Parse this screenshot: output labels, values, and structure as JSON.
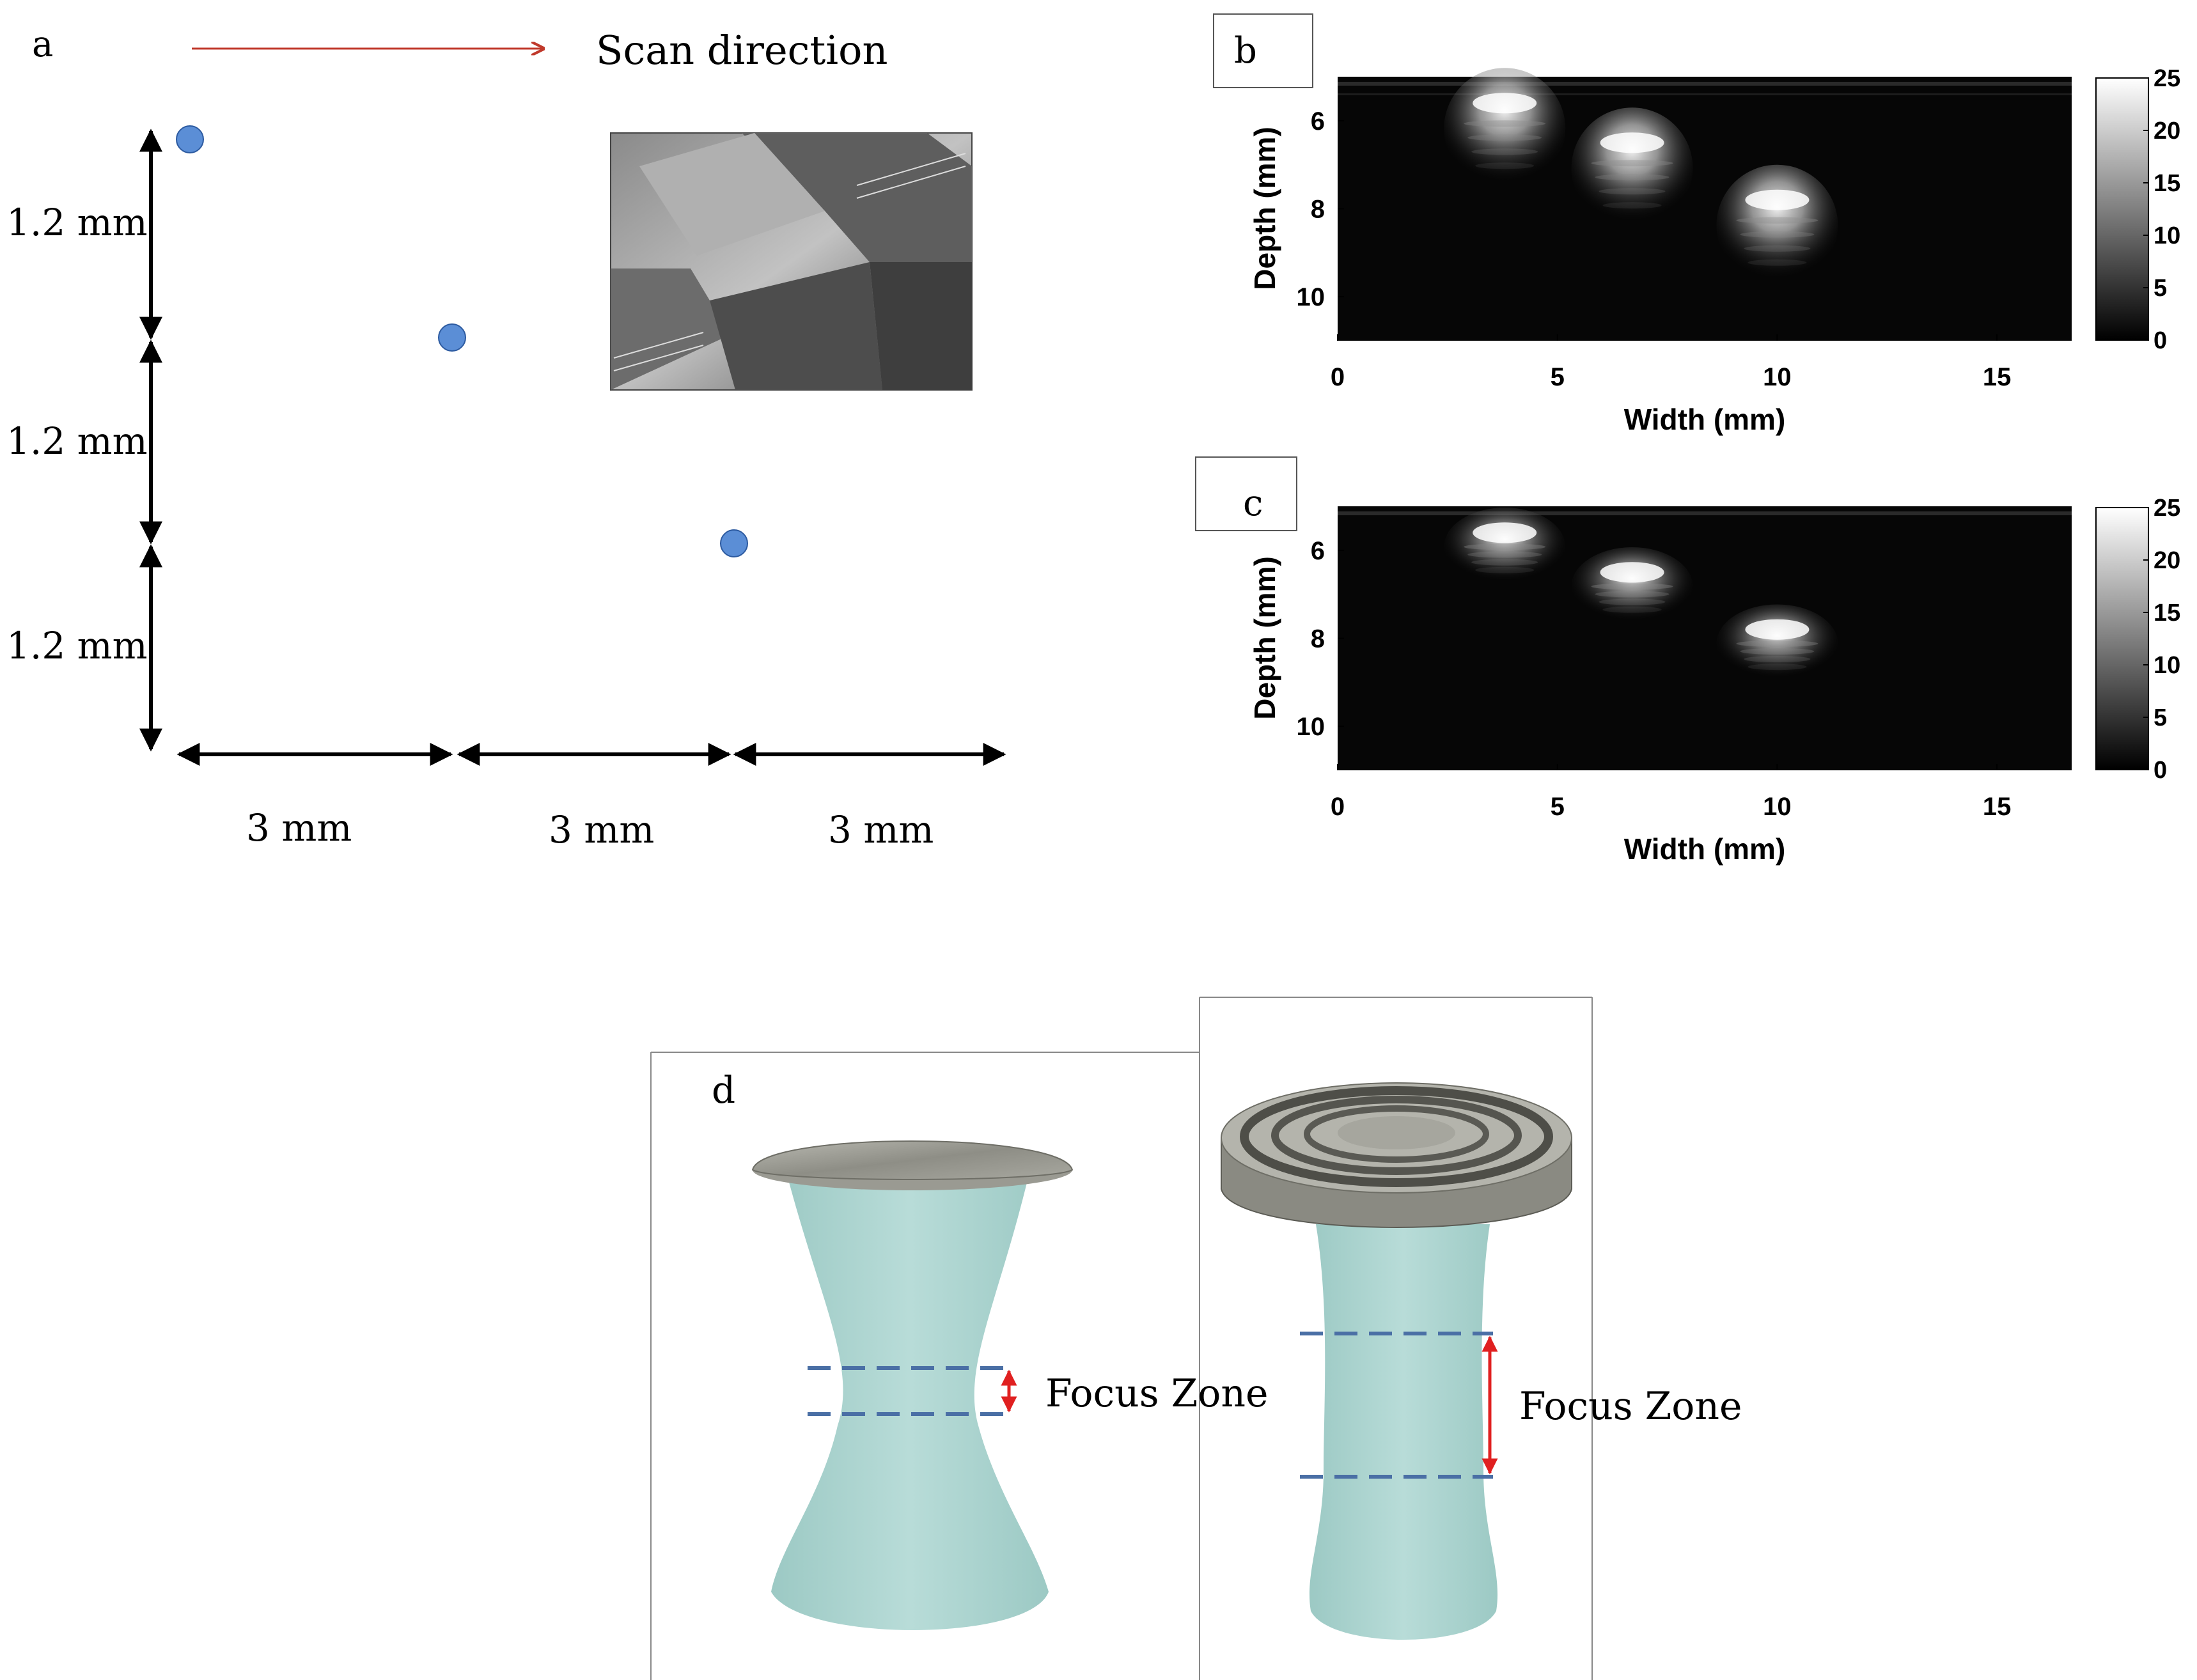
{
  "panel_a": {
    "label": "a",
    "scan_direction": "Scan direction",
    "vertical_spacing": [
      "1.2 mm",
      "1.2 mm",
      "1.2 mm"
    ],
    "horizontal_spacing": [
      "3 mm",
      "3 mm",
      "3 mm"
    ],
    "target_color": "#5b8ed6",
    "arrow_color": "#c0392b"
  },
  "panel_b": {
    "label": "b",
    "ylabel": "Depth (mm)",
    "xlabel": "Width (mm)",
    "yticks": [
      "6",
      "8",
      "10"
    ],
    "xticks": [
      "0",
      "5",
      "10",
      "15"
    ],
    "colorbar_ticks": [
      "25",
      "20",
      "15",
      "10",
      "5",
      "0"
    ]
  },
  "panel_c": {
    "label": "c",
    "ylabel": "Depth (mm)",
    "xlabel": "Width (mm)",
    "yticks": [
      "6",
      "8",
      "10"
    ],
    "xticks": [
      "0",
      "5",
      "10",
      "15"
    ],
    "colorbar_ticks": [
      "25",
      "20",
      "15",
      "10",
      "5",
      "0"
    ]
  },
  "panel_d": {
    "label": "d",
    "focus_zone_left": "Focus Zone",
    "focus_zone_right": "Focus Zone",
    "beam_color": "#a8d4cf",
    "focus_arrow_color": "#e02020",
    "dash_color": "#4a6fa5"
  },
  "chart_data": [
    {
      "type": "heatmap",
      "name": "b",
      "xlabel": "Width (mm)",
      "ylabel": "Depth (mm)",
      "xlim": [
        0,
        16.7
      ],
      "ylim": [
        5,
        11
      ],
      "clim": [
        0,
        25
      ],
      "points": [
        {
          "x": 3.8,
          "y": 5.6
        },
        {
          "x": 6.7,
          "y": 6.5
        },
        {
          "x": 10.0,
          "y": 7.8
        }
      ]
    },
    {
      "type": "heatmap",
      "name": "c",
      "xlabel": "Width (mm)",
      "ylabel": "Depth (mm)",
      "xlim": [
        0,
        16.7
      ],
      "ylim": [
        5,
        11
      ],
      "clim": [
        0,
        25
      ],
      "points": [
        {
          "x": 3.8,
          "y": 5.6
        },
        {
          "x": 6.7,
          "y": 6.5
        },
        {
          "x": 10.0,
          "y": 7.8
        }
      ]
    }
  ]
}
